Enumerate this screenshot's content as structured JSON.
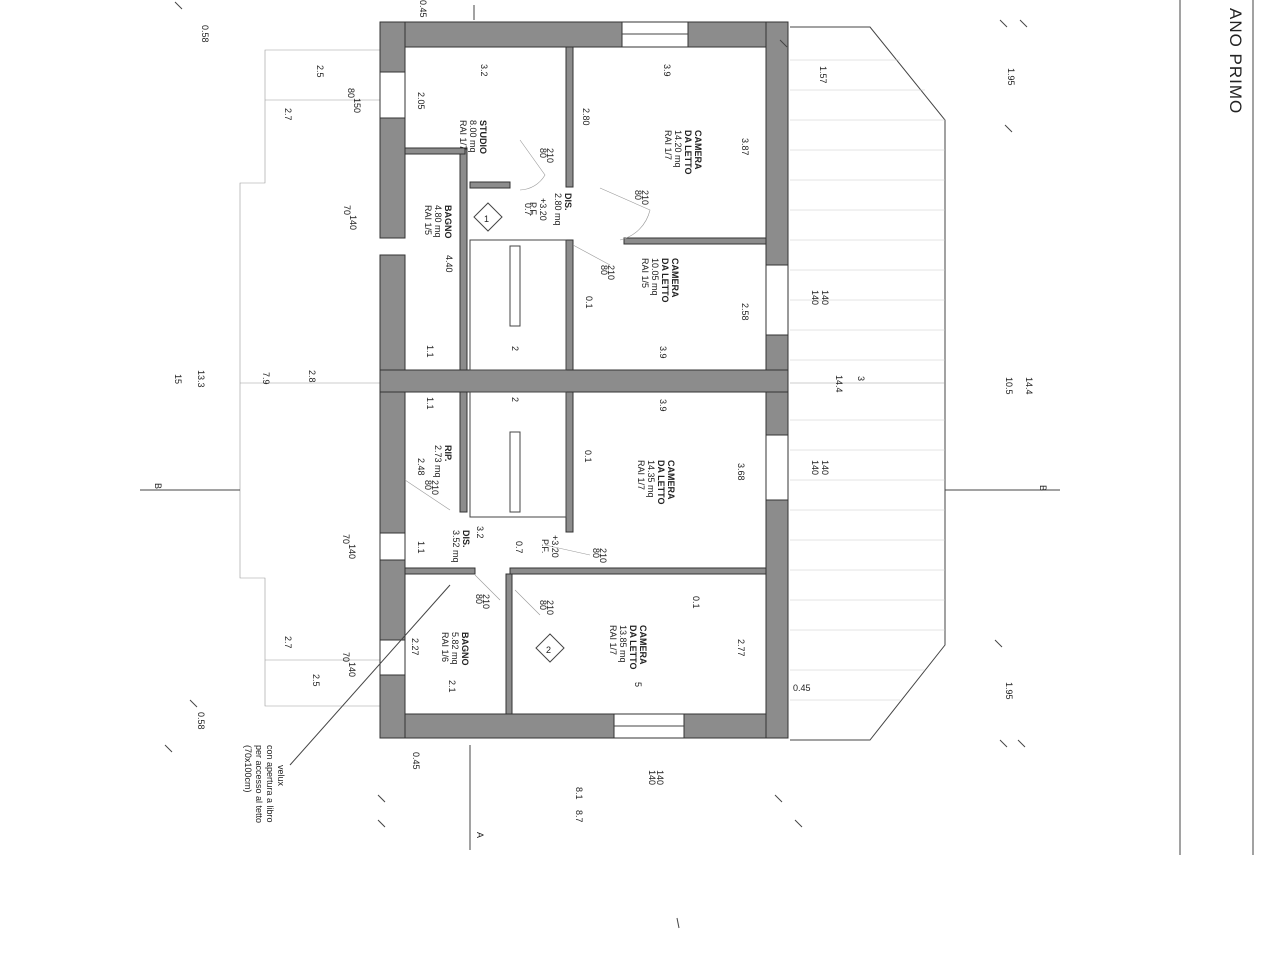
{
  "sheet": {
    "title": "ANO PRIMO"
  },
  "rooms": {
    "studio": {
      "name": "STUDIO",
      "area": "8.00 mq",
      "rai": "RAI 1/7"
    },
    "camera1": {
      "name": "CAMERA",
      "name2": "DA LETTO",
      "area": "14.20 mq",
      "rai": "RAI 1/7"
    },
    "bagno1": {
      "name": "BAGNO",
      "area": "4.80 mq",
      "rai": "RAI 1/5"
    },
    "dis1": {
      "name": "DIS.",
      "area": "2.80 mq"
    },
    "camera2": {
      "name": "CAMERA",
      "name2": "DA LETTO",
      "area": "10.05 mq",
      "rai": "RAI 1/5"
    },
    "rip": {
      "name": "RIP.",
      "area": "2.73 mq"
    },
    "camera3": {
      "name": "CAMERA",
      "name2": "DA LETTO",
      "area": "14.35 mq",
      "rai": "RAI 1/7"
    },
    "dis2": {
      "name": "DIS.",
      "area": "3.52 mq"
    },
    "bagno2": {
      "name": "BAGNO",
      "area": "5.82 mq",
      "rai": "RAI 1/6"
    },
    "camera4": {
      "name": "CAMERA",
      "name2": "DA LETTO",
      "area": "13.85 mq",
      "rai": "RAI 1/7"
    }
  },
  "levels": {
    "pf1": "+3.20",
    "pf1b": "P.F.",
    "pf2": "+3.20",
    "pf2b": "P.F."
  },
  "units": {
    "u1": "1",
    "u2": "2"
  },
  "sections": {
    "b_left": "B",
    "b_right": "B",
    "a_bottom": "A"
  },
  "note": {
    "l1": "velux",
    "l2": "con apertura a libro",
    "l3": "per accesso al tetto",
    "l4": "(70x100cm)"
  },
  "dims": {
    "d_3_2_top": "3.2",
    "d_3_9_top": "3.9",
    "d_2_05": "2.05",
    "d_2_80": "2.80",
    "d_3_87": "3.87",
    "d_0_7a": "0.7",
    "d_4_40": "4.40",
    "d_0_1a": "0.1",
    "d_2_58": "2.58",
    "d_1_1a": "1.1",
    "d_2a": "2",
    "d_3_9b": "3.9",
    "d_1_1b": "1.1",
    "d_2b": "2",
    "d_3_9c": "3.9",
    "d_2_48": "2.48",
    "d_0_1b": "0.1",
    "d_3_68": "3.68",
    "d_3_2b": "3.2",
    "d_1_1c": "1.1",
    "d_0_7b": "0.7",
    "d_0_1c": "0.1",
    "d_2_27": "2.27",
    "d_2_1": "2.1",
    "d_5": "5",
    "d_2_77": "2.77",
    "d_0_45a": "0.45",
    "d_0_45b": "0.45",
    "d_0_45c": "0.45",
    "d_0_58a": "0.58",
    "d_0_58b": "0.58",
    "d_2_5a": "2.5",
    "d_2_7a": "2.7",
    "d_2_5b": "2.5",
    "d_2_7b": "2.7",
    "d_2_8": "2.8",
    "d_7_9": "7.9",
    "d_13_3": "13.3",
    "d_15": "15",
    "d_1_57": "1.57",
    "d_1_95a": "1.95",
    "d_1_95b": "1.95",
    "d_14_4a": "14.4",
    "d_3": "3",
    "d_14_4b": "14.4",
    "d_10_5": "10.5",
    "d_8_1": "8.1",
    "d_8_7": "8.7",
    "d_80_150": "80",
    "d_80_150b": "150",
    "d_70_140a": "70",
    "d_70_140b": "140",
    "d_70_140c": "70",
    "d_70_140d": "140",
    "d_70_140e": "70",
    "d_70_140f": "140",
    "d_140a": "140",
    "d_140b": "140",
    "d_140c": "140",
    "d_140d": "140",
    "d_140_140": "140",
    "d_140_140b": "140",
    "door_80_210a": "80",
    "door_80_210b": "210",
    "door_80_210c": "80",
    "door_80_210d": "210",
    "door_80_210e": "80",
    "door_80_210f": "210",
    "door_80_210g": "80",
    "door_80_210h": "210",
    "door_80_210i": "80",
    "door_80_210j": "210",
    "door_80_210k": "80",
    "door_80_210l": "210",
    "door_80_210m": "80",
    "door_80_210n": "210"
  }
}
